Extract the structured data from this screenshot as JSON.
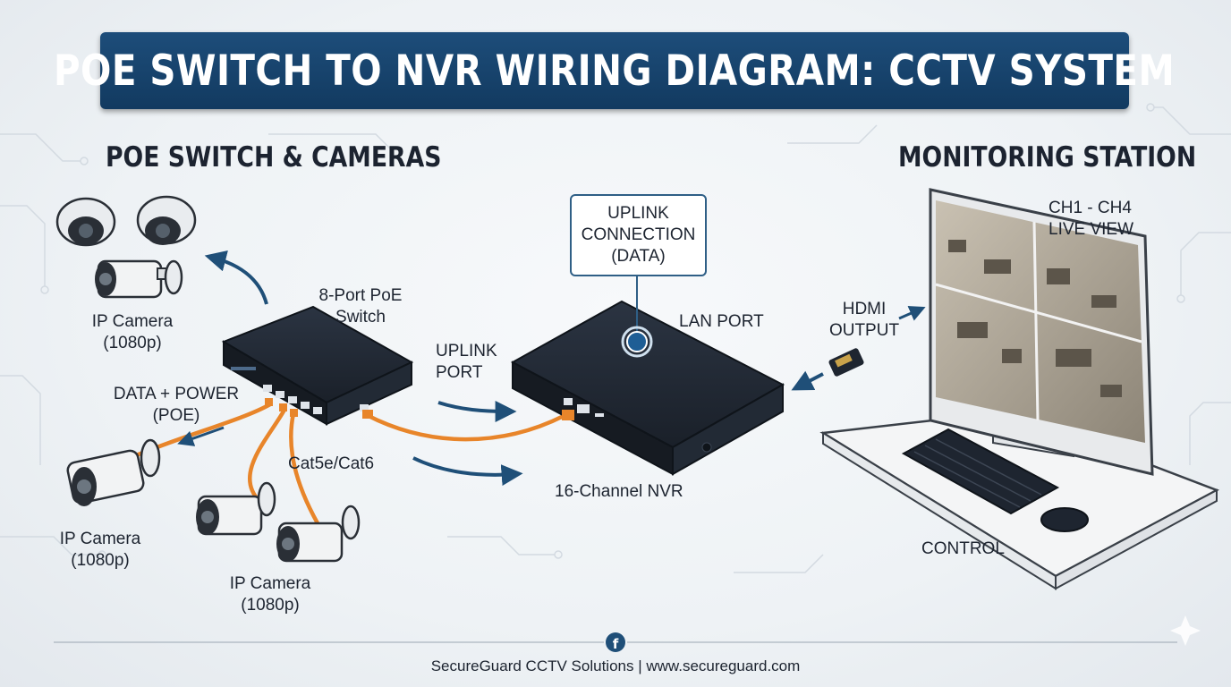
{
  "title": "POE SWITCH TO NVR WIRING DIAGRAM: CCTV SYSTEM",
  "sections": {
    "left": "POE SWITCH & CAMERAS",
    "right": "MONITORING STATION"
  },
  "labels": {
    "camera_top_line1": "IP Camera",
    "camera_top_line2": "(1080p)",
    "switch_line1": "8-Port PoE",
    "switch_line2": "Switch",
    "data_power_line1": "DATA + POWER",
    "data_power_line2": "(POE)",
    "cable": "Cat5e/Cat6",
    "camera_left_line1": "IP Camera",
    "camera_left_line2": "(1080p)",
    "camera_bottom_line1": "IP Camera",
    "camera_bottom_line2": "(1080p)",
    "uplink_port_line1": "UPLINK",
    "uplink_port_line2": "PORT",
    "uplink_conn_line1": "UPLINK",
    "uplink_conn_line2": "CONNECTION",
    "uplink_conn_line3": "(DATA)",
    "lan_port": "LAN PORT",
    "nvr": "16-Channel NVR",
    "hdmi_line1": "HDMI",
    "hdmi_line2": "OUTPUT",
    "live_view_line1": "CH1 - CH4",
    "live_view_line2": "LIVE VIEW",
    "control": "CONTROL"
  },
  "footer": "SecureGuard CCTV Solutions | www.secureguard.com",
  "colors": {
    "title_bar": "#174570",
    "cable": "#e8852a",
    "arrow": "#1f4f78",
    "device": "#1e2530"
  },
  "icons": [
    "dome-camera-icon",
    "bullet-camera-icon",
    "poe-switch-icon",
    "nvr-icon",
    "monitor-icon",
    "keyboard-icon",
    "mouse-icon",
    "hdmi-connector-icon",
    "facebook-icon"
  ]
}
